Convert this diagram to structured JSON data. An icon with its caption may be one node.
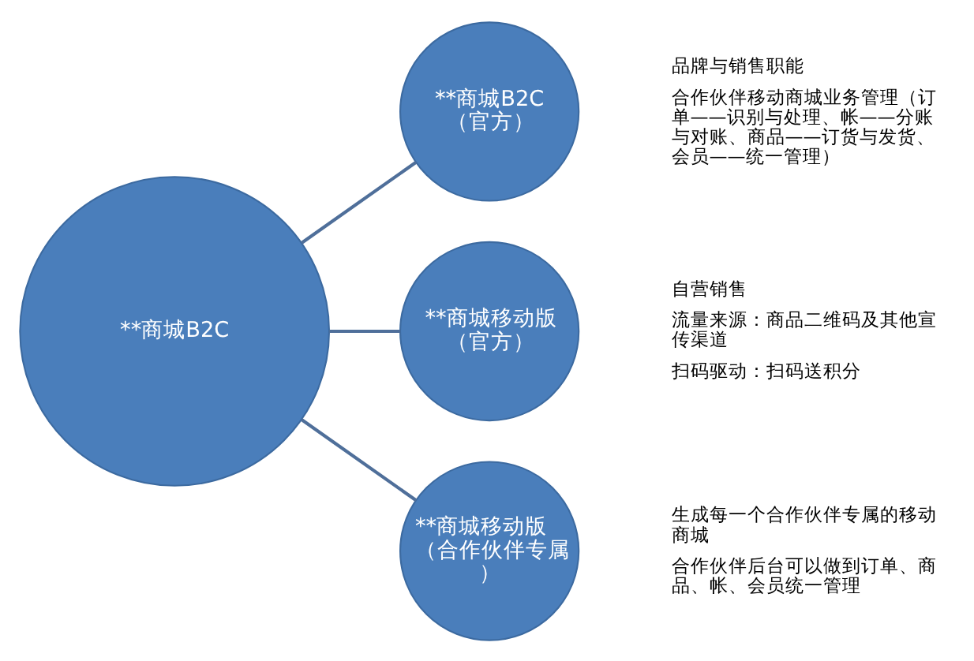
{
  "diagram": {
    "nodes": [
      {
        "text": [
          "**商城B2C"
        ]
      },
      {
        "text": [
          "**商城B2C（官方）"
        ],
        "beside": [
          "品牌与销售职能",
          "合作伙伴移动商城业务管理（订单——识别与处理、帐——分账与对账、商品——订货与发货、会员——统一管理）"
        ]
      },
      {
        "text": [
          "**商城移动版（官方）"
        ],
        "beside": [
          "自营销售",
          "流量来源：商品二维码及其他宣传渠道",
          "扫码驱动：扫码送积分"
        ]
      },
      {
        "text": [
          "**商城移动版（合作伙伴专属）"
        ],
        "beside": [
          "生成每一个合作伙伴专属的移动商城",
          "合作伙伴后台可以做到订单、商品、帐、会员统一管理"
        ]
      }
    ],
    "edges": [
      {
        "from": 0,
        "to": 1,
        "arrow": "none"
      },
      {
        "from": 0,
        "to": 2,
        "arrow": "none"
      },
      {
        "from": 0,
        "to": 3,
        "arrow": "none"
      }
    ]
  }
}
